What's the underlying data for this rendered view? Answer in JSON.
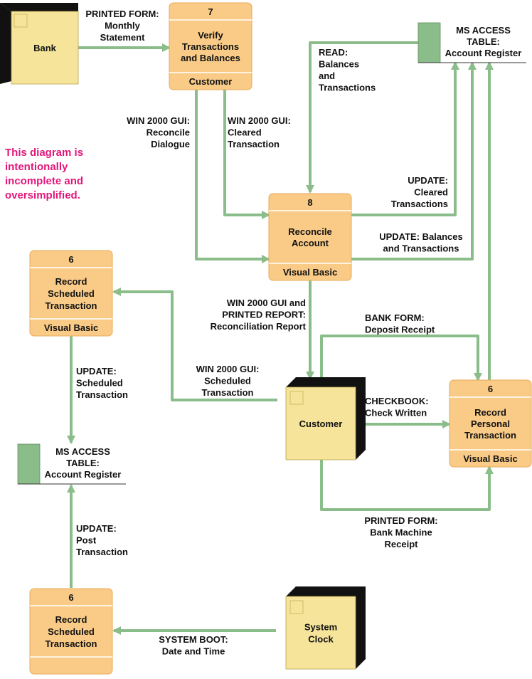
{
  "colors": {
    "process_fill": "#f9cb87",
    "process_stroke": "#e8a85a",
    "entity_fill": "#f5e49a",
    "entity_shadow": "#111111",
    "store_tab": "#8bbd8a",
    "flow": "#8bbd8a",
    "note": "#e2177a",
    "text": "#111111"
  },
  "note": {
    "lines": [
      "This diagram is",
      "intentionally",
      "incomplete and",
      "oversimplified."
    ]
  },
  "entities": {
    "bank": {
      "label": [
        "Bank"
      ]
    },
    "customer": {
      "label": [
        "Customer"
      ]
    },
    "system_clock": {
      "label": [
        "System",
        "Clock"
      ]
    }
  },
  "processes": {
    "verify": {
      "id": "7",
      "name": [
        "Verify",
        "Transactions",
        "and Balances"
      ],
      "location": "Customer"
    },
    "reconcile": {
      "id": "8",
      "name": [
        "Reconcile",
        "Account"
      ],
      "location": "Visual Basic"
    },
    "record_scheduled_top": {
      "id": "6",
      "name": [
        "Record",
        "Scheduled",
        "Transaction"
      ],
      "location": "Visual Basic"
    },
    "record_personal": {
      "id": "6",
      "name": [
        "Record",
        "Personal",
        "Transaction"
      ],
      "location": "Visual Basic"
    },
    "record_scheduled_bottom": {
      "id": "6",
      "name": [
        "Record",
        "Scheduled",
        "Transaction"
      ],
      "location": ""
    }
  },
  "stores": {
    "account_register_top": {
      "label": [
        "MS ACCESS",
        "TABLE:",
        "Account Register"
      ]
    },
    "account_register_bottom": {
      "label": [
        "MS ACCESS",
        "TABLE:",
        "Account Register"
      ]
    }
  },
  "flows": {
    "bank_to_verify": {
      "label": [
        "PRINTED FORM:",
        "Monthly",
        "Statement"
      ]
    },
    "read_register": {
      "label": [
        "READ:",
        "Balances",
        "and",
        "Transactions"
      ]
    },
    "reconcile_dialogue": {
      "label": [
        "WIN 2000 GUI:",
        "Reconcile",
        "Dialogue"
      ]
    },
    "cleared_transaction": {
      "label": [
        "WIN 2000 GUI:",
        "Cleared",
        "Transaction"
      ]
    },
    "update_cleared": {
      "label": [
        "UPDATE:",
        "Cleared",
        "Transactions"
      ]
    },
    "update_balances": {
      "label": [
        "UPDATE: Balances",
        "and Transactions"
      ]
    },
    "reconciliation_report": {
      "label": [
        "WIN 2000 GUI and",
        "PRINTED REPORT:",
        "Reconciliation Report"
      ]
    },
    "deposit_receipt": {
      "label": [
        "BANK FORM:",
        "Deposit Receipt"
      ]
    },
    "scheduled_transaction": {
      "label": [
        "WIN 2000 GUI:",
        "Scheduled",
        "Transaction"
      ]
    },
    "update_scheduled": {
      "label": [
        "UPDATE:",
        "Scheduled",
        "Transaction"
      ]
    },
    "check_written": {
      "label": [
        "CHECKBOOK:",
        "Check Written"
      ]
    },
    "bank_machine_receipt": {
      "label": [
        "PRINTED FORM:",
        "Bank Machine",
        "Receipt"
      ]
    },
    "post_transaction": {
      "label": [
        "UPDATE:",
        "Post",
        "Transaction"
      ]
    },
    "system_boot": {
      "label": [
        "SYSTEM BOOT:",
        "Date and Time"
      ]
    }
  }
}
